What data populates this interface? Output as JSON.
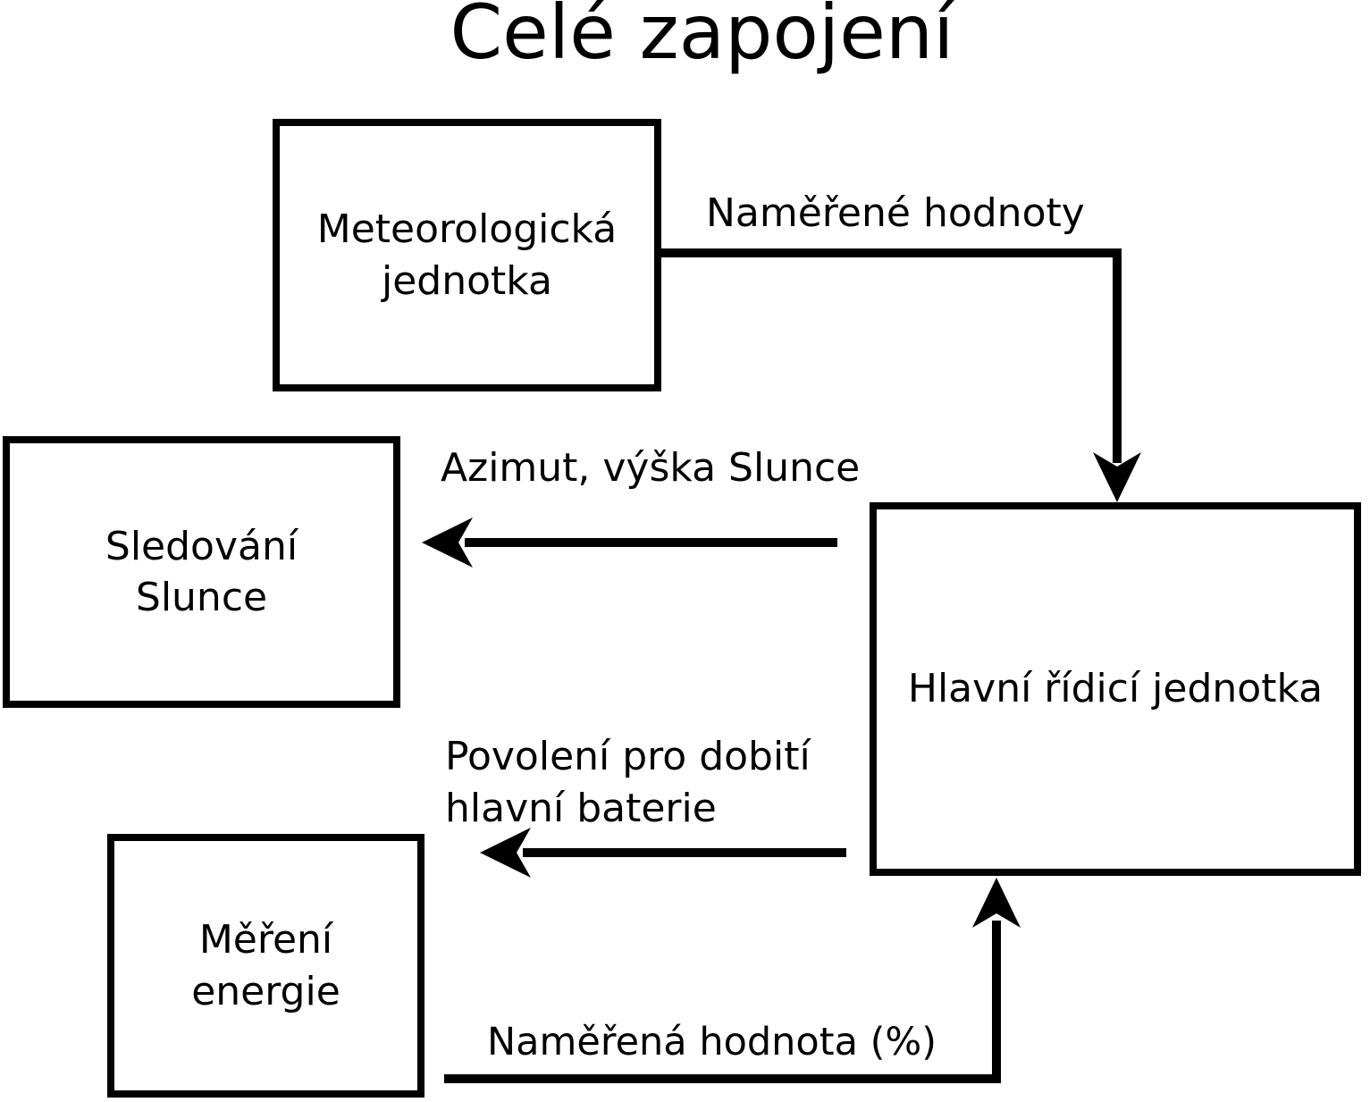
{
  "diagram": {
    "title": "Celé zapojení",
    "nodes": {
      "meteorological_unit": {
        "label_line1": "Meteorologická",
        "label_line2": "jednotka"
      },
      "sun_tracking": {
        "label_line1": "Sledování",
        "label_line2": "Slunce"
      },
      "energy_measurement": {
        "label_line1": "Měření",
        "label_line2": "energie"
      },
      "main_control_unit": {
        "label": "Hlavní řídicí jednotka"
      }
    },
    "edges": {
      "measured_values": {
        "label": "Naměřené hodnoty",
        "from": "meteorological_unit",
        "to": "main_control_unit"
      },
      "azimuth_sun_height": {
        "label": "Azimut, výška Slunce",
        "from": "main_control_unit",
        "to": "sun_tracking"
      },
      "charge_permission": {
        "label_line1": "Povolení pro dobití",
        "label_line2": "hlavní baterie",
        "from": "main_control_unit",
        "to": "energy_measurement"
      },
      "measured_value_percent": {
        "label": "Naměřená hodnota (%)",
        "from": "energy_measurement",
        "to": "main_control_unit"
      }
    },
    "colors": {
      "line": "#000000",
      "background": "#ffffff"
    }
  }
}
